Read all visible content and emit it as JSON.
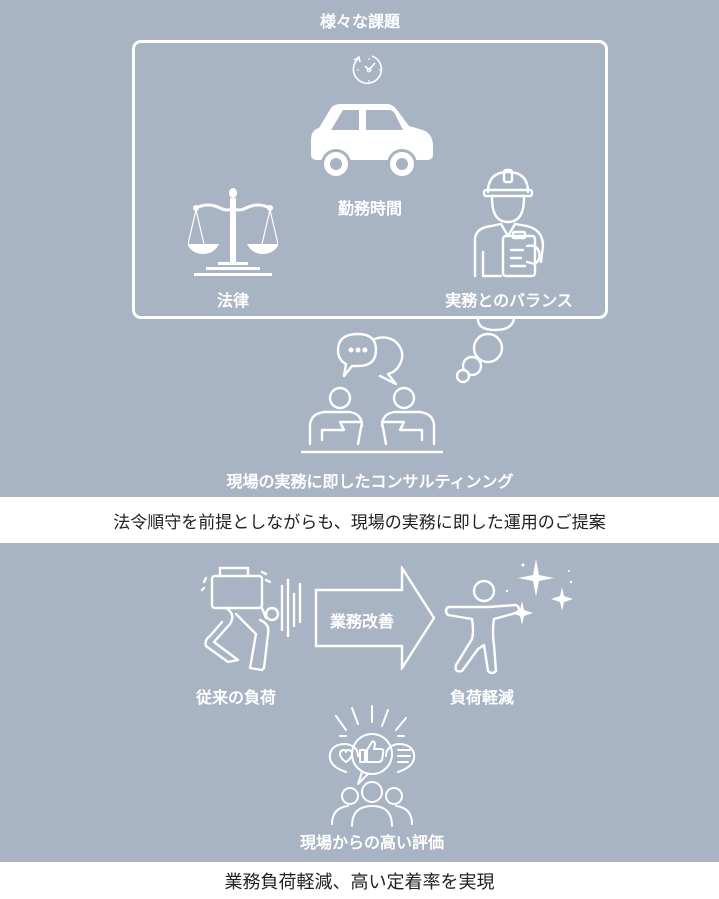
{
  "top_section": {
    "title": "様々な課題",
    "challenges": [
      {
        "label": "勤務時間",
        "icon": "car-icon"
      },
      {
        "label": "法律",
        "icon": "scales-of-justice-icon"
      },
      {
        "label": "実務とのバランス",
        "icon": "construction-worker-icon"
      }
    ],
    "clock_icon": "clock-icon",
    "consulting_label": "現場の実務に即したコンサルティンング"
  },
  "banner_1": {
    "text": "法令順守を前提としながらも、現場の実務に即した運用のご提案"
  },
  "bottom_section": {
    "before_label": "従来の負荷",
    "arrow_label": "業務改善",
    "after_label": "負荷軽減",
    "evaluation_label": "現場からの高い評価"
  },
  "banner_2": {
    "text": "業務負荷軽減、高い定着率を実現"
  },
  "colors": {
    "background": "#a8b3c3",
    "foreground": "#ffffff",
    "banner_text": "#222222"
  }
}
